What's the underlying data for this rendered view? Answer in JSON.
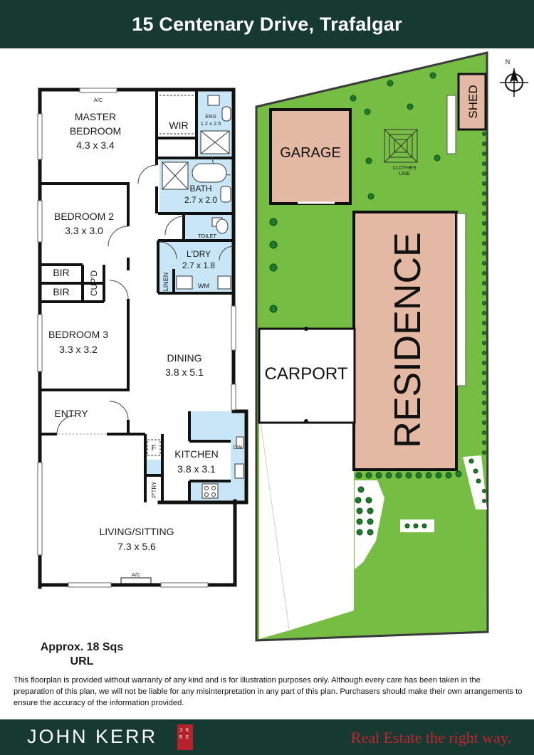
{
  "header": {
    "title": "15 Centenary Drive, Trafalgar"
  },
  "floorplan": {
    "rooms": {
      "master": {
        "name": "MASTER",
        "name2": "BEDROOM",
        "dims": "4.3 x 3.4"
      },
      "wir": "WIR",
      "ens": {
        "name": "ENS",
        "dims": "1.2 x 2.5"
      },
      "bath": {
        "name": "BATH",
        "dims": "2.7 x 2.0"
      },
      "toilet": "TOILET",
      "bed2": {
        "name": "BEDROOM 2",
        "dims": "3.3 x 3.0"
      },
      "ldry": {
        "name": "L'DRY",
        "dims": "2.7 x 1.8"
      },
      "linen": "LINEN",
      "wm": "WM",
      "bir1": "BIR",
      "bir2": "BIR",
      "cupd": "CUP'D",
      "bed3": {
        "name": "BEDROOM 3",
        "dims": "3.3 x 3.2"
      },
      "dining": {
        "name": "DINING",
        "dims": "3.8 x 5.1"
      },
      "entry": "ENTRY",
      "kitchen": {
        "name": "KITCHEN",
        "dims": "3.8 x 3.1"
      },
      "fridge": "F",
      "pantry": "P'TRY",
      "dw": "DW",
      "living": {
        "name": "LIVING/SITTING",
        "dims": "7.3 x 5.6"
      },
      "ac_top": "A/C",
      "ac_bottom": "A/C"
    },
    "area": {
      "line1": "Approx. 18 Sqs",
      "line2": "URL"
    }
  },
  "siteplan": {
    "garage": "GARAGE",
    "shed": "SHED",
    "clothesline": {
      "line1": "CLOTHES",
      "line2": "LINE"
    },
    "carport": "CARPORT",
    "residence": "RESIDENCE",
    "north": "N"
  },
  "disclaimer": "This floorplan is provided without warranty of any kind and is for illustration purposes only. Although every care has been taken in the preparation of this plan, we will not be liable for any misinterpretation in any part of this plan. Purchasers should make their own arrangements to ensure the accuracy of the information provided.",
  "footer": {
    "brand": "JOHN KERR",
    "logo_letters": [
      "J",
      "K",
      "R",
      "E"
    ],
    "tagline": "Real Estate the right way."
  },
  "colors": {
    "header_bg": "#163a31",
    "wet_area": "#c9e6f7",
    "lawn": "#76be43",
    "residence": "#e4b9a3",
    "tagline": "#c0262e"
  }
}
